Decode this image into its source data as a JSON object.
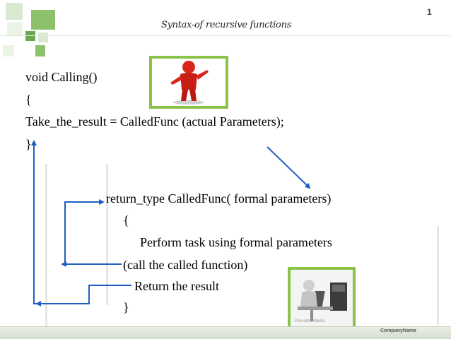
{
  "slide": {
    "title": "Syntax-of recursive functions",
    "page_number": "1",
    "company_name": "CompanyName",
    "colors": {
      "accent_green": "#8bc34a",
      "arrow_blue": "#1f5fbf"
    }
  },
  "code": {
    "line1": "void Calling()",
    "line2": "{",
    "line3": "Take_the_result = CalledFunc (actual Parameters);",
    "line4": "}",
    "line5": "return_type CalledFunc( formal parameters)",
    "line6": "{",
    "line7": "Perform task using formal parameters",
    "line8": "(call the called function)",
    "line9": "Return the result",
    "line10": "}"
  },
  "images": {
    "top_figure": "red-person-figure-icon",
    "bottom_figure": "person-at-computer-icon",
    "bottom_figure_watermark": "PresenterMedia"
  }
}
